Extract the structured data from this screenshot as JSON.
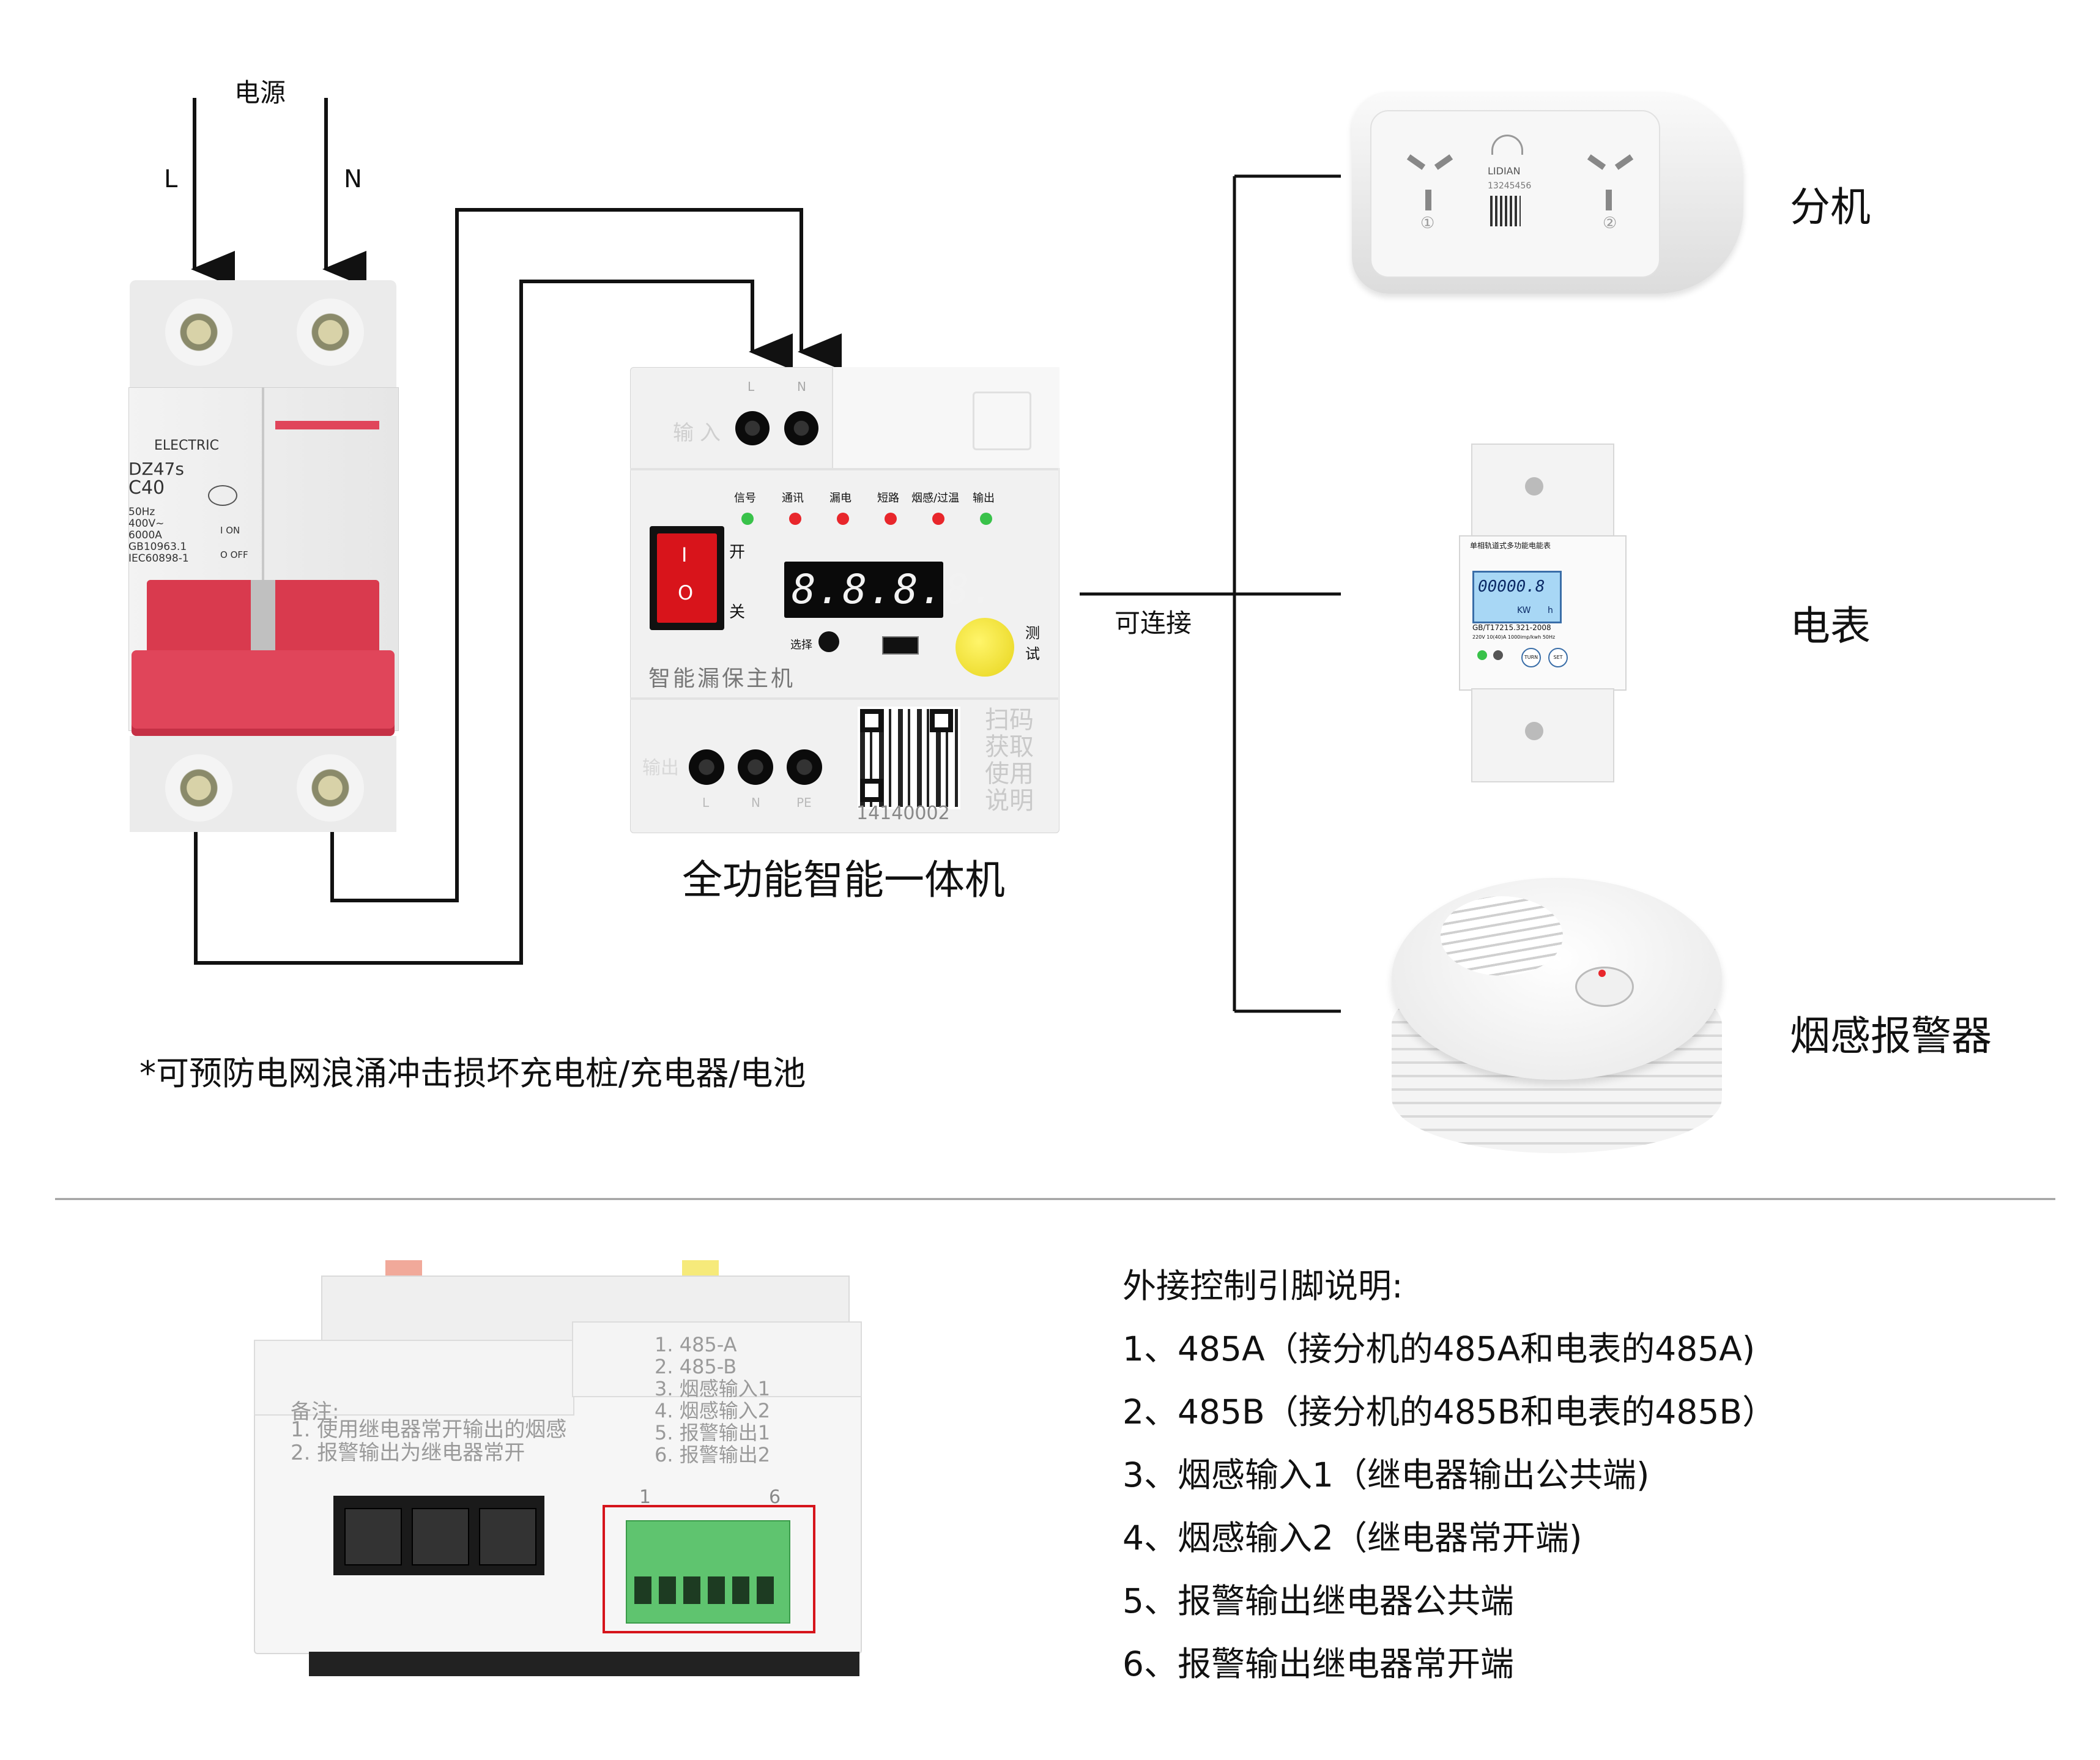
{
  "power": {
    "title": "电源",
    "l": "L",
    "n": "N"
  },
  "breaker": {
    "brand": "ELECTRIC",
    "model": "DZ47s",
    "rating": "C40",
    "specs": [
      "50Hz",
      "400V~",
      "6000A",
      "GB10963.1",
      "IEC60898-1"
    ],
    "on": "I ON",
    "off": "O OFF"
  },
  "unit": {
    "input_label": "输入",
    "term_l": "L",
    "term_n": "N",
    "leds": [
      "信号",
      "通讯",
      "漏电",
      "短路",
      "烟感/过温",
      "输出"
    ],
    "led_colors": [
      "#39c24a",
      "#e8262b",
      "#e8262b",
      "#e8262b",
      "#e8262b",
      "#39c24a"
    ],
    "switch_on": "开",
    "switch_off": "关",
    "switch_i": "I",
    "switch_o": "O",
    "display": "8.8.8.8.",
    "select": "选择",
    "test": "测试",
    "name": "智能漏保主机",
    "output_label": "输出",
    "out_terms": [
      "L",
      "N",
      "PE"
    ],
    "scan": [
      "扫码",
      "获取",
      "使用",
      "说明"
    ],
    "serial": "14140002",
    "caption": "全功能智能一体机"
  },
  "connect_label": "可连接",
  "devices": {
    "extension": {
      "caption": "分机",
      "brand": "LIDIAN",
      "code": "13245456",
      "s1": "①",
      "s2": "②"
    },
    "meter": {
      "caption": "电表",
      "title": "单相轨道式多功能电能表",
      "reading": "00000.8",
      "unit_kw": "KW",
      "unit_h": "h",
      "std": "GB/T17215.321-2008",
      "spec": "220V 10(40)A 1000imp/kwh 50Hz",
      "btn1": "TURN",
      "btn2": "SET"
    },
    "smoke": {
      "caption": "烟感报警器"
    }
  },
  "note": "*可预防电网浪涌冲击损坏充电桩/充电器/电池",
  "bottom_photo": {
    "remark_title": "备注:",
    "remarks": [
      "1. 使用继电器常开输出的烟感",
      "2. 报警输出为继电器常开"
    ],
    "pin_list": [
      "1. 485-A",
      "2. 485-B",
      "3. 烟感输入1",
      "4. 烟感输入2",
      "5. 报警输出1",
      "6. 报警输出2"
    ],
    "pin_first": "1",
    "pin_last": "6"
  },
  "pin_desc": {
    "title": "外接控制引脚说明:",
    "items": [
      "1、485A（接分机的485A和电表的485A)",
      "2、485B（接分机的485B和电表的485B）",
      "3、烟感输入1（继电器输出公共端)",
      "4、烟感输入2（继电器常开端)",
      "5、报警输出继电器公共端",
      "6、报警输出继电器常开端"
    ]
  },
  "colors": {
    "breaker_red": "#e0455a",
    "terminal_green": "#5fc46f",
    "highlight_red": "#d6141b",
    "wire": "#111111"
  }
}
